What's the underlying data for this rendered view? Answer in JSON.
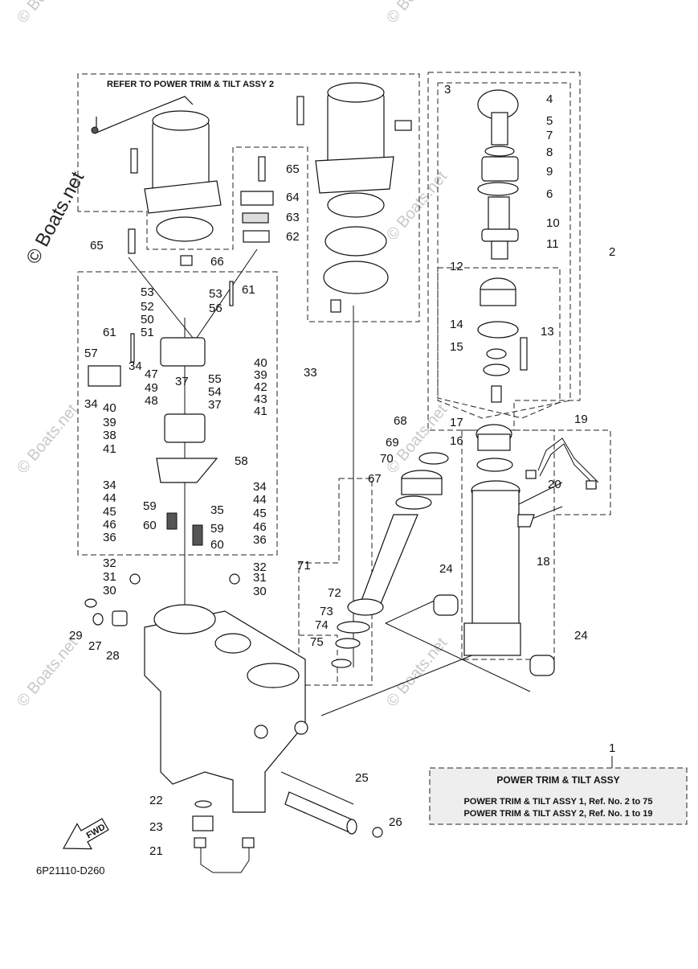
{
  "diagram": {
    "header_note": "REFER TO POWER TRIM & TILT ASSY 2",
    "drawing_code": "6P21110-D260",
    "fwd_label": "FWD",
    "watermark_side": "© Boats.net",
    "watermark_tile": "© Boats.net",
    "legend": {
      "ref": "1",
      "title": "POWER TRIM & TILT ASSY",
      "line1": "POWER TRIM & TILT ASSY 1,  Ref. No. 2 to 75",
      "line2": "POWER TRIM & TILT ASSY 2,  Ref. No. 1 to 19"
    },
    "callouts": [
      "1",
      "2",
      "3",
      "4",
      "5",
      "6",
      "7",
      "8",
      "9",
      "10",
      "11",
      "12",
      "13",
      "14",
      "15",
      "16",
      "17",
      "18",
      "19",
      "20",
      "21",
      "22",
      "23",
      "24",
      "25",
      "26",
      "27",
      "28",
      "29",
      "30",
      "31",
      "32",
      "33",
      "34",
      "35",
      "36",
      "37",
      "38",
      "39",
      "40",
      "41",
      "42",
      "43",
      "44",
      "45",
      "46",
      "47",
      "48",
      "49",
      "50",
      "51",
      "52",
      "53",
      "54",
      "55",
      "56",
      "57",
      "58",
      "59",
      "60",
      "61",
      "62",
      "63",
      "64",
      "65",
      "66",
      "67",
      "68",
      "69",
      "70",
      "71",
      "72",
      "73",
      "74",
      "75"
    ]
  }
}
